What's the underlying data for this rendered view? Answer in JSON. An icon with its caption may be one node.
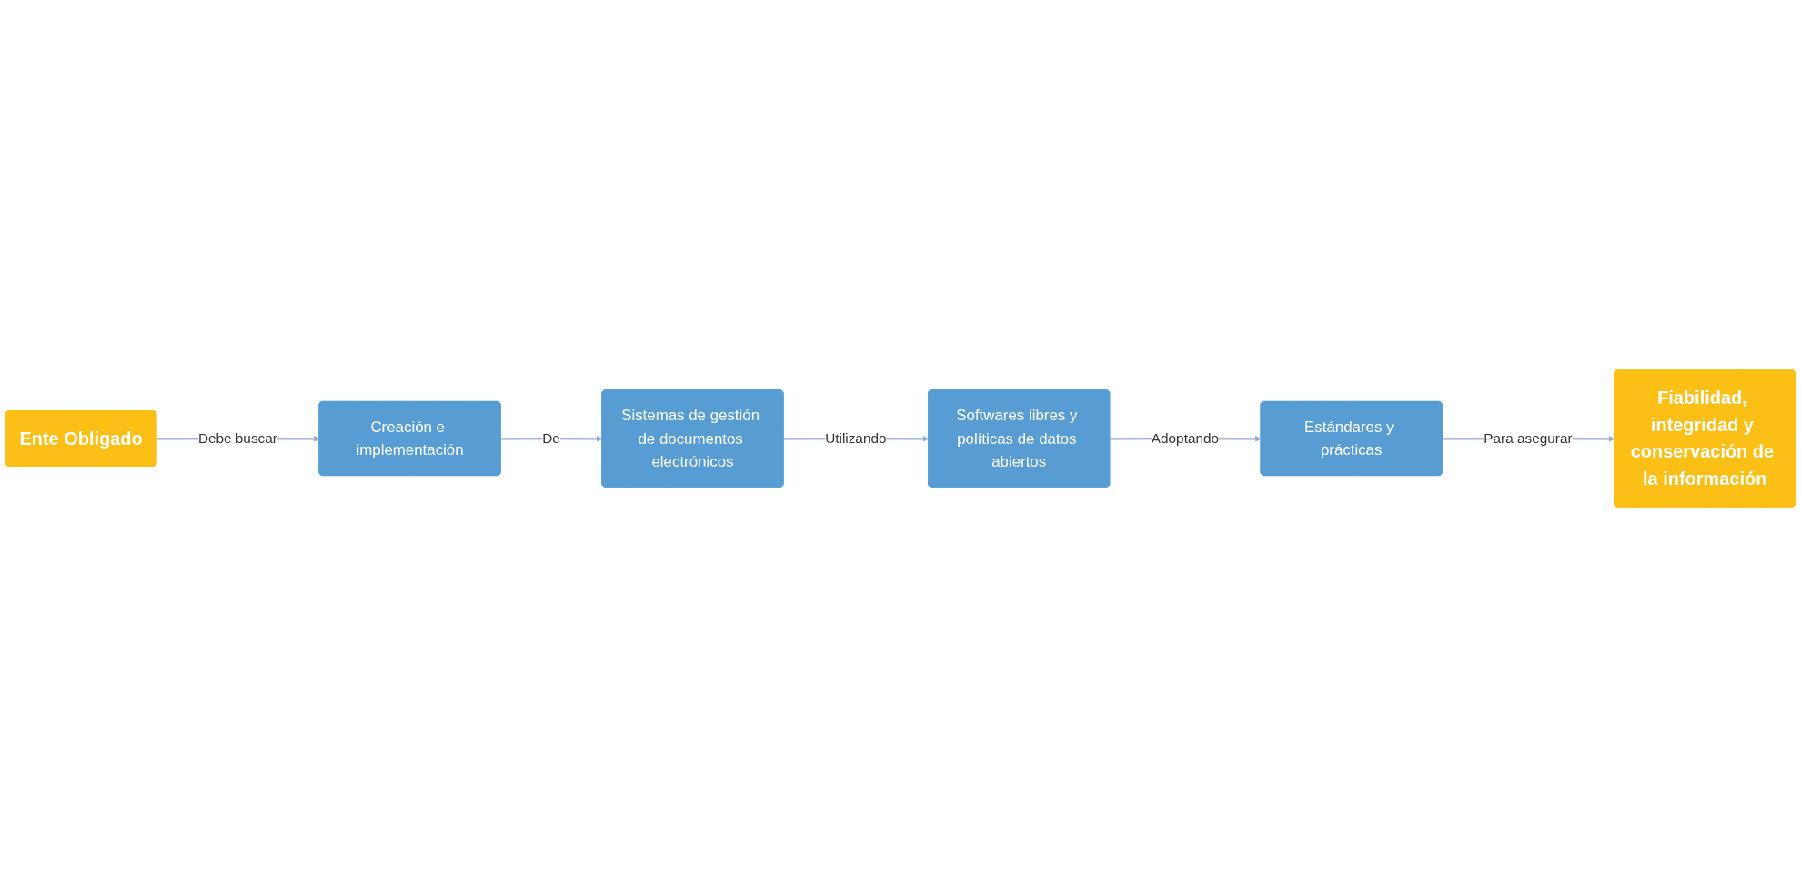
{
  "diagram": {
    "nodes": [
      {
        "text": [
          "Ente Obligado"
        ]
      },
      {
        "text": [
          "Creación e implementación"
        ]
      },
      {
        "text": [
          "Sistemas de gestión de documentos electrónicos"
        ]
      },
      {
        "text": [
          "Softwares libres y políticas de datos abiertos"
        ]
      },
      {
        "text": [
          "Estándares y prácticas"
        ]
      },
      {
        "text": [
          "Fiabilidad, integridad y conservación de la información"
        ]
      }
    ],
    "edges": [
      {
        "from": 0,
        "to": 1,
        "arrow": "to",
        "label": "Debe buscar"
      },
      {
        "from": 1,
        "to": 2,
        "arrow": "to",
        "label": "De"
      },
      {
        "from": 2,
        "to": 3,
        "arrow": "to",
        "label": "Utilizando"
      },
      {
        "from": 3,
        "to": 4,
        "arrow": "to",
        "label": "Adoptando"
      },
      {
        "from": 4,
        "to": 5,
        "arrow": "to",
        "label": "Para asegurar"
      }
    ]
  }
}
